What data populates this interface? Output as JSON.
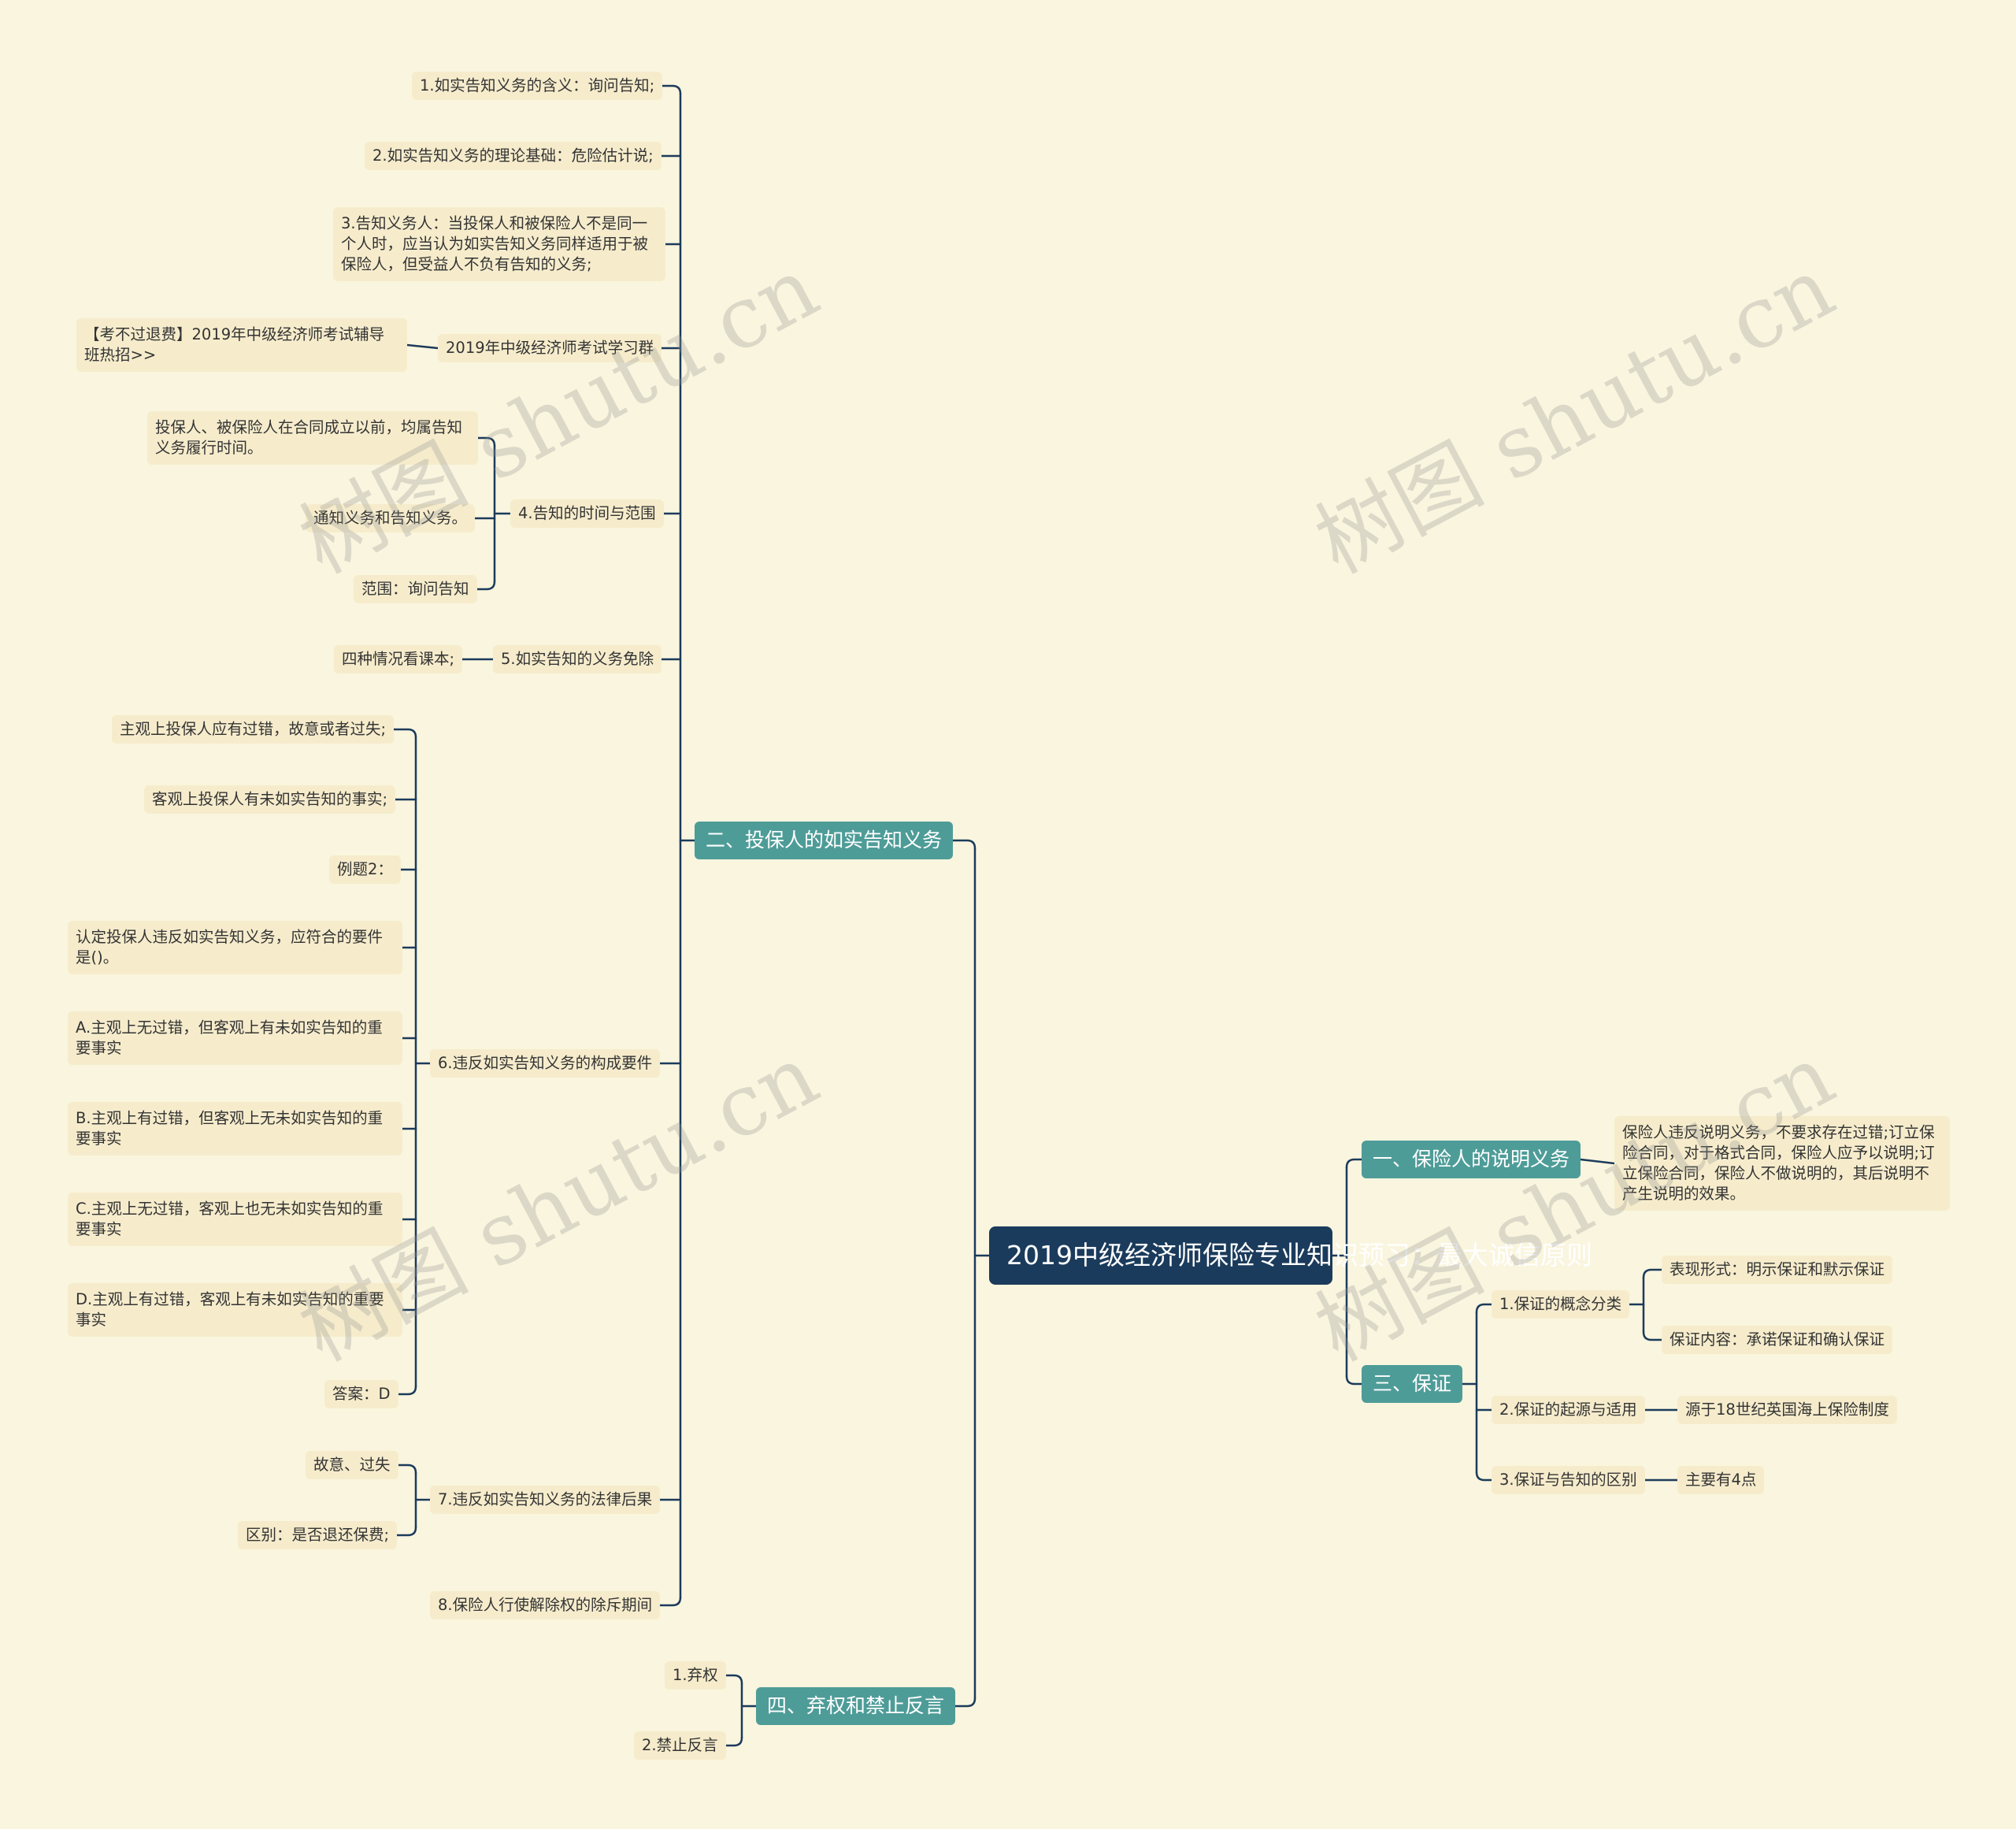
{
  "root": {
    "title": "2019中级经济师保险专业知识预习：最大诚信原则"
  },
  "branch1": {
    "label": "二、投保人的如实告知义务",
    "items": {
      "i1": "1.如实告知义务的含义：询问告知;",
      "i2": "2.如实告知义务的理论基础：危险估计说;",
      "i3": "3.告知义务人：当投保人和被保险人不是同一个人时，应当认为如实告知义务同样适用于被保险人，但受益人不负有告知的义务;",
      "i4": "2019年中级经济师考试学习群",
      "i4_child": "【考不过退费】2019年中级经济师考试辅导班热招>>",
      "i5": "4.告知的时间与范围",
      "i5_c1": "投保人、被保险人在合同成立以前，均属告知义务履行时间。",
      "i5_c2": "通知义务和告知义务。",
      "i5_c3": "范围：询问告知",
      "i6": "5.如实告知的义务免除",
      "i6_child": "四种情况看课本;",
      "i7": "6.违反如实告知义务的构成要件",
      "i7_c1": "主观上投保人应有过错，故意或者过失;",
      "i7_c2": "客观上投保人有未如实告知的事实;",
      "i7_c3": "例题2：",
      "i7_c4": "认定投保人违反如实告知义务，应符合的要件是()。",
      "i7_c5": "A.主观上无过错，但客观上有未如实告知的重要事实",
      "i7_c6": "B.主观上有过错，但客观上无未如实告知的重要事实",
      "i7_c7": "C.主观上无过错，客观上也无未如实告知的重要事实",
      "i7_c8": "D.主观上有过错，客观上有未如实告知的重要事实",
      "i7_c9": "答案：D",
      "i8": "7.违反如实告知义务的法律后果",
      "i8_c1": "故意、过失",
      "i8_c2": "区别：是否退还保费;",
      "i9": "8.保险人行使解除权的除斥期间"
    }
  },
  "branch2": {
    "label": "四、弃权和禁止反言",
    "c1": "1.弃权",
    "c2": "2.禁止反言"
  },
  "branch3": {
    "label": "一、保险人的说明义务",
    "child": "保险人违反说明义务，不要求存在过错;订立保险合同，对于格式合同，保险人应予以说明;订立保险合同，保险人不做说明的，其后说明不产生说明的效果。"
  },
  "branch4": {
    "label": "三、保证",
    "c1": "1.保证的概念分类",
    "c1_a": "表现形式：明示保证和默示保证",
    "c1_b": "保证内容：承诺保证和确认保证",
    "c2": "2.保证的起源与适用",
    "c2_a": "源于18世纪英国海上保险制度",
    "c3": "3.保证与告知的区别",
    "c3_a": "主要有4点"
  },
  "watermark": "树图 shutu.cn",
  "colors": {
    "background": "#faf5de",
    "root": "#1b3b5c",
    "branch": "#4e9c98",
    "leaf": "#f6eccc",
    "line": "#1b3b5c"
  }
}
